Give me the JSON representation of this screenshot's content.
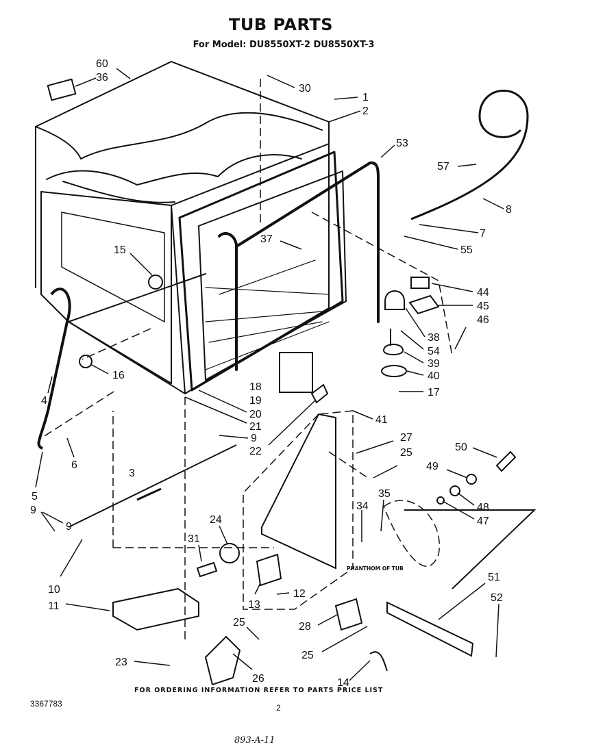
{
  "header": {
    "title": "TUB PARTS",
    "subtitle": "For Model: DU8550XT-2 DU8550XT-3"
  },
  "callouts": [
    "1",
    "2",
    "3",
    "4",
    "5",
    "6",
    "7",
    "8",
    "9",
    "9",
    "9",
    "10",
    "11",
    "12",
    "13",
    "14",
    "15",
    "16",
    "17",
    "18",
    "19",
    "20",
    "21",
    "22",
    "23",
    "24",
    "25",
    "25",
    "25",
    "26",
    "27",
    "28",
    "30",
    "31",
    "34",
    "35",
    "36",
    "37",
    "38",
    "39",
    "40",
    "41",
    "44",
    "45",
    "46",
    "47",
    "48",
    "49",
    "50",
    "51",
    "52",
    "53",
    "54",
    "55",
    "57",
    "60"
  ],
  "annotation": "PHANTHOM OF TUB",
  "footer": {
    "ordering_note": "FOR ORDERING INFORMATION REFER TO PARTS PRICE LIST",
    "doc_number": "3367783",
    "page_number": "2",
    "handwritten": "893-A-11"
  }
}
